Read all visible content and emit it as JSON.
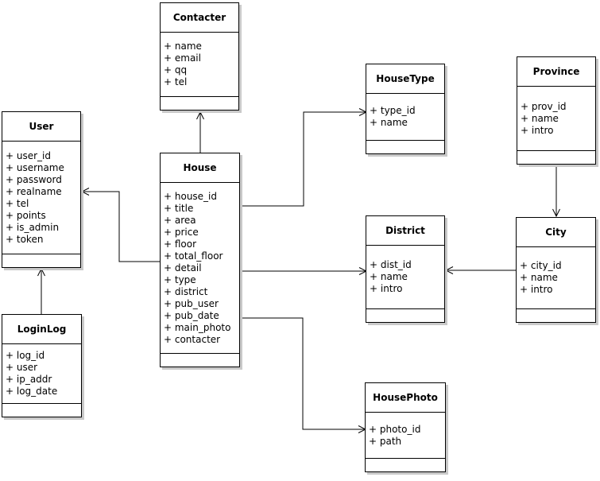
{
  "classes": [
    {
      "name": "Contacter",
      "attributes": [
        "+ name",
        "+ email",
        "+ qq",
        "+ tel"
      ]
    },
    {
      "name": "User",
      "attributes": [
        "+ user_id",
        "+ username",
        "+ password",
        "+ realname",
        "+ tel",
        "+ points",
        "+ is_admin",
        "+ token"
      ]
    },
    {
      "name": "LoginLog",
      "attributes": [
        "+ log_id",
        "+ user",
        "+ ip_addr",
        "+ log_date"
      ]
    },
    {
      "name": "House",
      "attributes": [
        "+ house_id",
        "+ title",
        "+ area",
        "+ price",
        "+ floor",
        "+ total_floor",
        "+ detail",
        "+ type",
        "+ district",
        "+ pub_user",
        "+ pub_date",
        "+ main_photo",
        "+ contacter"
      ]
    },
    {
      "name": "HouseType",
      "attributes": [
        "+ type_id",
        "+ name"
      ]
    },
    {
      "name": "Province",
      "attributes": [
        "+ prov_id",
        "+ name",
        "+ intro"
      ]
    },
    {
      "name": "District",
      "attributes": [
        "+ dist_id",
        "+ name",
        "+ intro"
      ]
    },
    {
      "name": "City",
      "attributes": [
        "+ city_id",
        "+ name",
        "+ intro"
      ]
    },
    {
      "name": "HousePhoto",
      "attributes": [
        "+ photo_id",
        "+ path"
      ]
    }
  ],
  "relationships": [
    {
      "from": "House",
      "to": "Contacter",
      "style": "open-arrow"
    },
    {
      "from": "House",
      "to": "User",
      "style": "open-arrow"
    },
    {
      "from": "LoginLog",
      "to": "User",
      "style": "open-arrow"
    },
    {
      "from": "House",
      "to": "HouseType",
      "style": "open-arrow"
    },
    {
      "from": "House",
      "to": "District",
      "style": "open-arrow"
    },
    {
      "from": "House",
      "to": "HousePhoto",
      "style": "open-arrow"
    },
    {
      "from": "Province",
      "to": "City",
      "style": "open-arrow"
    },
    {
      "from": "City",
      "to": "District",
      "style": "open-arrow"
    }
  ],
  "colors": {
    "canvas": "#ffffff",
    "box_fill": "#ffffff",
    "line": "#000000",
    "text": "#000000",
    "shadow": "#c9c9c9"
  }
}
